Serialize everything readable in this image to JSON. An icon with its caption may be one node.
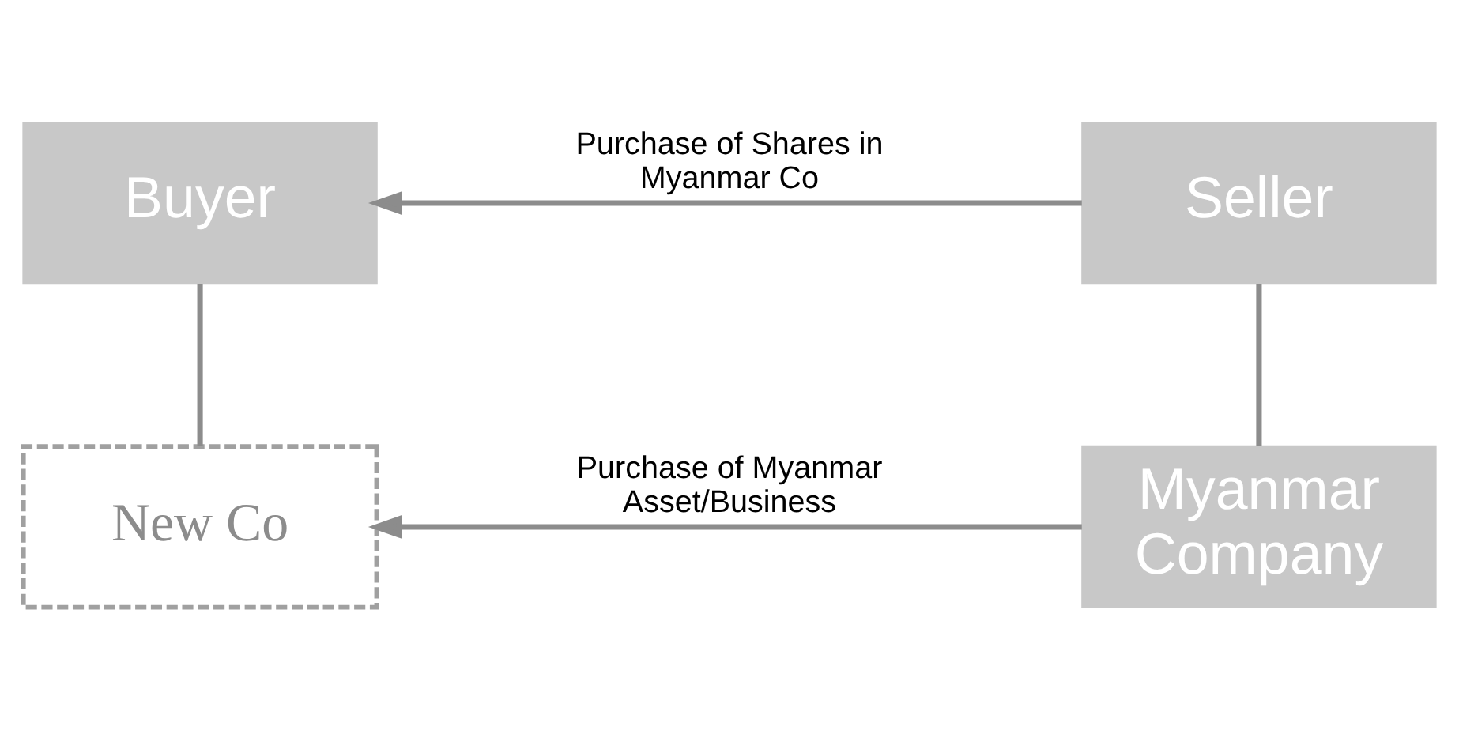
{
  "diagram": {
    "nodes": [
      {
        "text": [
          "Buyer"
        ]
      },
      {
        "text": [
          "Seller"
        ]
      },
      {
        "text": [
          "New Co"
        ]
      },
      {
        "text": [
          "Myanmar Company"
        ]
      }
    ],
    "edges": [
      {
        "from": 1,
        "to": 0,
        "arrow": "to",
        "label": "Purchase of Shares in Myanmar Co"
      },
      {
        "from": 0,
        "to": 2,
        "arrow": "none"
      },
      {
        "from": 1,
        "to": 3,
        "arrow": "none"
      },
      {
        "from": 3,
        "to": 2,
        "arrow": "to",
        "label": "Purchase of Myanmar Asset/Business"
      }
    ]
  }
}
